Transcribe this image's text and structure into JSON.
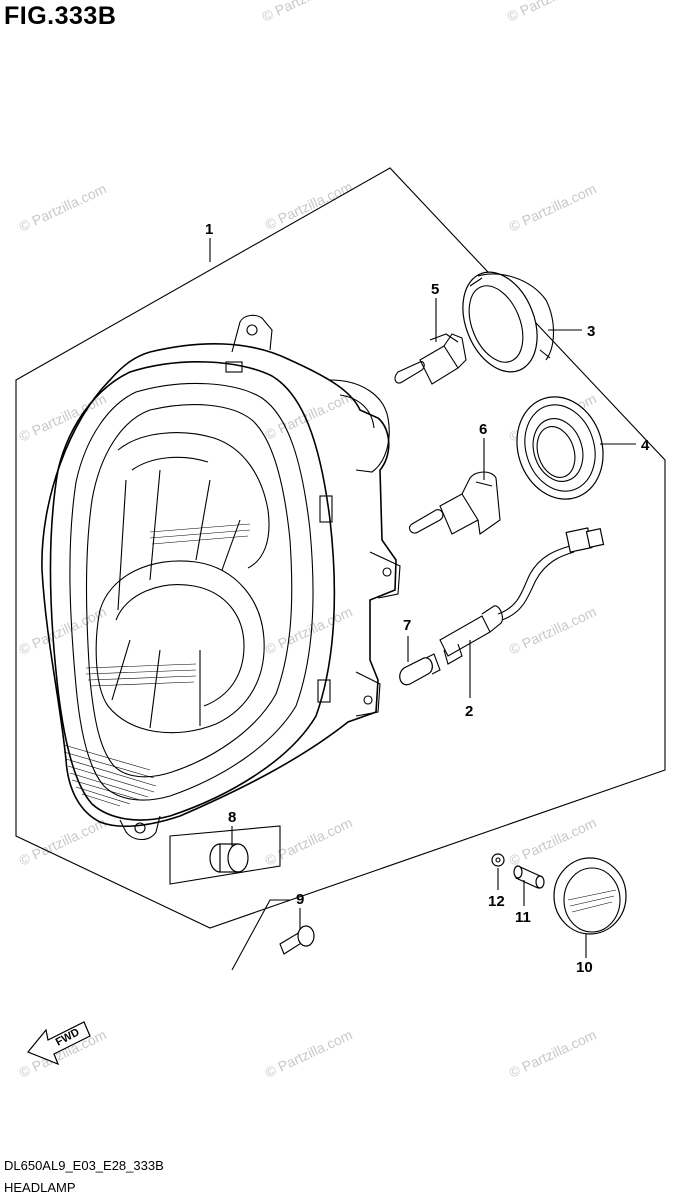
{
  "figure": {
    "title": "FIG.333B",
    "code": "DL650AL9_E03_E28_333B",
    "name": "HEADLAMP",
    "fwd_label": "FWD"
  },
  "watermark": "© Partzilla.com",
  "callouts": {
    "c1": "1",
    "c2": "2",
    "c3": "3",
    "c4": "4",
    "c5": "5",
    "c6": "6",
    "c7": "7",
    "c8": "8",
    "c9": "9",
    "c10": "10",
    "c11": "11",
    "c12": "12"
  }
}
